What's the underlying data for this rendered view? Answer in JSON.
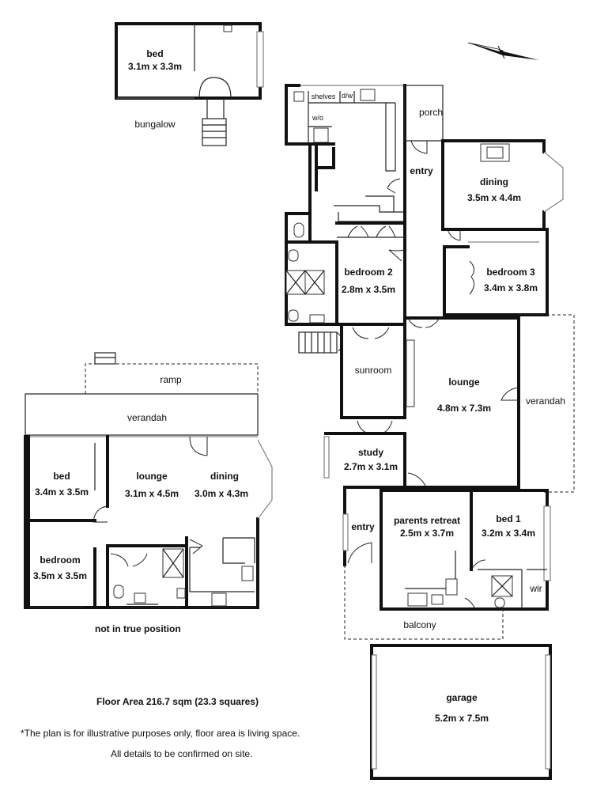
{
  "rooms": {
    "bungalow_bed": {
      "name": "bed",
      "size": "3.1m x 3.3m"
    },
    "bungalow_label": "bungalow",
    "porch": "porch",
    "shelves": "shelves",
    "dw": "d/w",
    "wo": "w/o",
    "entry_main": "entry",
    "dining_main": {
      "name": "dining",
      "size": "3.5m x 4.4m"
    },
    "bedroom2": {
      "name": "bedroom 2",
      "size": "2.8m x 3.5m"
    },
    "bedroom3": {
      "name": "bedroom 3",
      "size": "3.4m x 3.8m"
    },
    "sunroom": "sunroom",
    "lounge_main": {
      "name": "lounge",
      "size": "4.8m x 7.3m"
    },
    "verandah_main": "verandah",
    "study": {
      "name": "study",
      "size": "2.7m x 3.1m"
    },
    "entry_lower": "entry",
    "parents_retreat": {
      "name": "parents retreat",
      "size": "2.5m x 3.7m"
    },
    "bed1": {
      "name": "bed 1",
      "size": "3.2m x 3.4m"
    },
    "wir": "wir",
    "balcony": "balcony",
    "garage": {
      "name": "garage",
      "size": "5.2m x 7.5m"
    },
    "ramp": "ramp",
    "verandah_left": "verandah",
    "bed_left": {
      "name": "bed",
      "size": "3.4m x 3.5m"
    },
    "lounge_left": {
      "name": "lounge",
      "size": "3.1m x 4.5m"
    },
    "dining_left": {
      "name": "dining",
      "size": "3.0m x 4.3m"
    },
    "bedroom_left": {
      "name": "bedroom",
      "size": "3.5m x 3.5m"
    }
  },
  "notes": {
    "not_true_position": "not in true position",
    "floor_area": "Floor Area 216.7 sqm (23.3 squares)",
    "disclaimer": "*The plan is for illustrative purposes only, floor area is living space.",
    "confirm": "All details to be confirmed on site."
  },
  "icons": {
    "compass": "north-arrow-icon"
  }
}
